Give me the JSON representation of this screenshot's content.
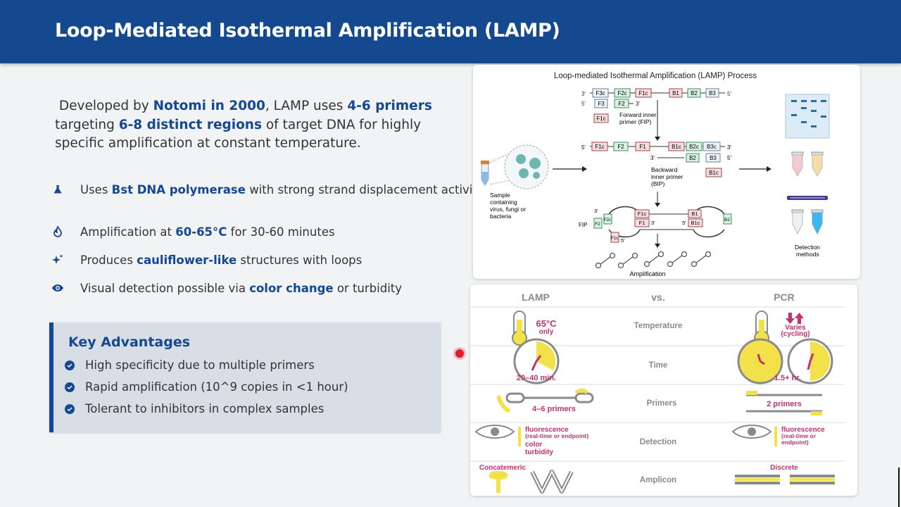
{
  "header": {
    "title": "Loop-Mediated Isothermal Amplification (LAMP)"
  },
  "intro": {
    "t1": "Developed by ",
    "b1": "Notomi in 2000",
    "t2": ", LAMP uses ",
    "b2": "4-6 primers",
    "t3": " targeting ",
    "b3": "6-8 distinct regions",
    "t4": " of target DNA for highly specific amplification at constant temperature."
  },
  "bullets": [
    {
      "icon": "flask-icon",
      "pre": "Uses ",
      "bold": "Bst DNA polymerase",
      "post": " with strong strand displacement activity"
    },
    {
      "icon": "flame-icon",
      "pre": "Amplification at ",
      "bold": "60-65°C",
      "post": " for 30-60 minutes"
    },
    {
      "icon": "sparkle-icon",
      "pre": "Produces ",
      "bold": "cauliflower-like",
      "post": " structures with loops"
    },
    {
      "icon": "eye-icon",
      "pre": "Visual detection possible via ",
      "bold": "color change",
      "post": " or turbidity"
    }
  ],
  "advantages": {
    "title": "Key Advantages",
    "items": [
      "High specificity due to multiple primers",
      "Rapid amplification (10^9 copies in <1 hour)",
      "Tolerant to inhibitors in complex samples"
    ]
  },
  "figure1": {
    "title": "Loop-mediated Isothermal Amplification (LAMP) Process",
    "sample_label": [
      "Sample",
      "containing",
      "virus, fungi or",
      "bacteria"
    ],
    "fip_label": [
      "Forward inner",
      "primer (FIP)"
    ],
    "bip_label": [
      "Backward",
      "inner primer",
      "(BIP)"
    ],
    "fip_short": "FIP",
    "amplification": "Amplification",
    "detection": [
      "Detection",
      "methods"
    ],
    "prime3": "3'",
    "prime5": "5'",
    "row1": [
      "F3c",
      "F2c",
      "F1c",
      "B1",
      "B2",
      "B3"
    ],
    "row2": [
      "F3",
      "F2"
    ],
    "row2b": "F1c",
    "row3": [
      "F1c",
      "F2",
      "F1",
      "B1c",
      "B2c",
      "B3c"
    ],
    "row4": [
      "B2",
      "B3"
    ],
    "row4b": "B1c",
    "loop": {
      "left_top": "F1c",
      "left_bottom": "F1",
      "right_top": "B1",
      "right_bottom": "B1c",
      "side1": "F2",
      "side2": "F2c",
      "side3": "F1c",
      "side4": "B2"
    }
  },
  "figure2": {
    "col_left": "LAMP",
    "vs": "vs.",
    "col_right": "PCR",
    "rows": [
      {
        "label": "Temperature",
        "left": [
          "65°C",
          "only"
        ],
        "right": [
          "Varies",
          "(cycling)"
        ]
      },
      {
        "label": "Time",
        "left": [
          "20–40 min."
        ],
        "right": [
          "1.5+ hr."
        ]
      },
      {
        "label": "Primers",
        "left": [
          "4–6 primers"
        ],
        "right": [
          "2 primers"
        ]
      },
      {
        "label": "Detection",
        "left": [
          "fluorescence",
          "(real-time or endpoint)",
          "color",
          "turbidity"
        ],
        "right": [
          "fluorescence",
          "(real-time or",
          "endpoint)"
        ]
      },
      {
        "label": "Amplicon",
        "left": [
          "Concatemeric"
        ],
        "right": [
          "Discrete"
        ]
      }
    ]
  },
  "colors": {
    "brand": "#14488f",
    "accent_text": "#c0336b",
    "panel": "#d8dee5",
    "pointer": "#e11d2a"
  }
}
